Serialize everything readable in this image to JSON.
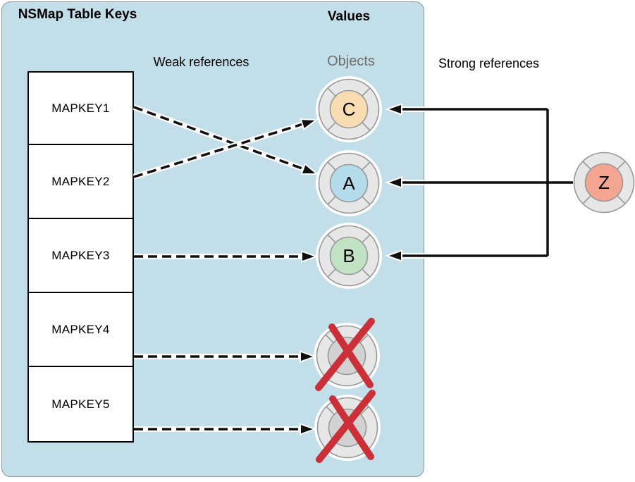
{
  "headers": {
    "keys_title": "NSMap Table Keys",
    "values_title": "Values",
    "objects_label": "Objects",
    "weak_label": "Weak references",
    "strong_label": "Strong references"
  },
  "keys": {
    "items": [
      "MAPKEY1",
      "MAPKEY2",
      "MAPKEY3",
      "MAPKEY4",
      "MAPKEY5"
    ]
  },
  "objects": [
    {
      "label": "C",
      "color": "#f8dcb2",
      "crossed": false
    },
    {
      "label": "A",
      "color": "#b4dcea",
      "crossed": false
    },
    {
      "label": "B",
      "color": "#c2e2c4",
      "crossed": false
    },
    {
      "label": "",
      "color": "#d2d2d2",
      "crossed": true
    },
    {
      "label": "",
      "color": "#d2d2d2",
      "crossed": true
    }
  ],
  "external_object": {
    "label": "Z",
    "color": "#f4a591"
  },
  "colors": {
    "panel_bg": "#c2dfe9",
    "panel_border": "#8b979e",
    "ring_fill": "#e7e7e7",
    "ring_stroke": "#97989a",
    "cross_red": "#cb3038",
    "arrow_black": "#101010"
  }
}
